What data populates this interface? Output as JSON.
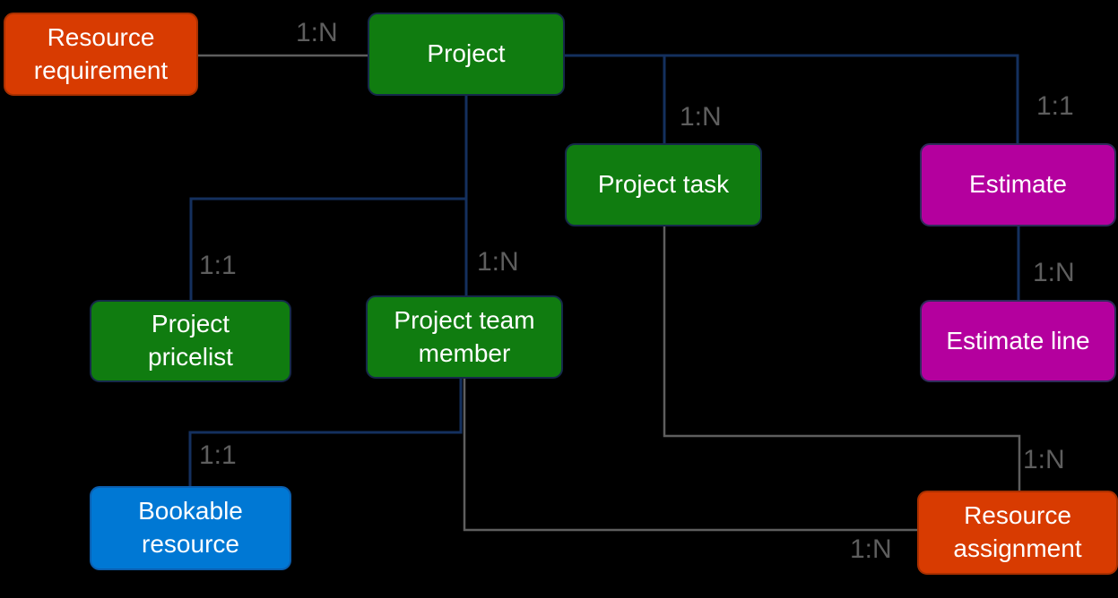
{
  "diagram": {
    "background": "#000000",
    "connector_colors": {
      "primary_blue": "#14305E",
      "secondary_gray": "#5E5E5E"
    },
    "cardinality_label_color": "#5E5E5E",
    "entities": [
      {
        "id": "resource-requirement",
        "label": "Resource requirement",
        "fill": "#D83B01",
        "border": "#A93000"
      },
      {
        "id": "project",
        "label": "Project",
        "fill": "#107C10",
        "border": "#16294A"
      },
      {
        "id": "project-task",
        "label": "Project task",
        "fill": "#107C10",
        "border": "#16294A"
      },
      {
        "id": "estimate",
        "label": "Estimate",
        "fill": "#B4009E",
        "border": "#2F2B5A"
      },
      {
        "id": "estimate-line",
        "label": "Estimate line",
        "fill": "#B4009E",
        "border": "#2F2B5A"
      },
      {
        "id": "project-pricelist",
        "label": "Project pricelist",
        "fill": "#107C10",
        "border": "#16294A"
      },
      {
        "id": "project-team-member",
        "label": "Project team member",
        "fill": "#107C10",
        "border": "#16294A"
      },
      {
        "id": "bookable-resource",
        "label": "Bookable resource",
        "fill": "#0078D4",
        "border": "#0B5FB0"
      },
      {
        "id": "resource-assignment",
        "label": "Resource assignment",
        "fill": "#D83B01",
        "border": "#A93000"
      }
    ],
    "relationships": [
      {
        "from": "Resource requirement",
        "to": "Project",
        "cardinality": "1:N"
      },
      {
        "from": "Project",
        "to": "Project task",
        "cardinality": "1:N"
      },
      {
        "from": "Project",
        "to": "Estimate",
        "cardinality": "1:1"
      },
      {
        "from": "Estimate",
        "to": "Estimate line",
        "cardinality": "1:N"
      },
      {
        "from": "Project",
        "to": "Project pricelist",
        "cardinality": "1:1"
      },
      {
        "from": "Project",
        "to": "Project team member",
        "cardinality": "1:N"
      },
      {
        "from": "Project team member",
        "to": "Bookable resource",
        "cardinality": "1:1"
      },
      {
        "from": "Project task",
        "to": "Resource assignment",
        "cardinality": "1:N"
      },
      {
        "from": "Project team member",
        "to": "Resource assignment",
        "cardinality": "1:N"
      }
    ]
  }
}
